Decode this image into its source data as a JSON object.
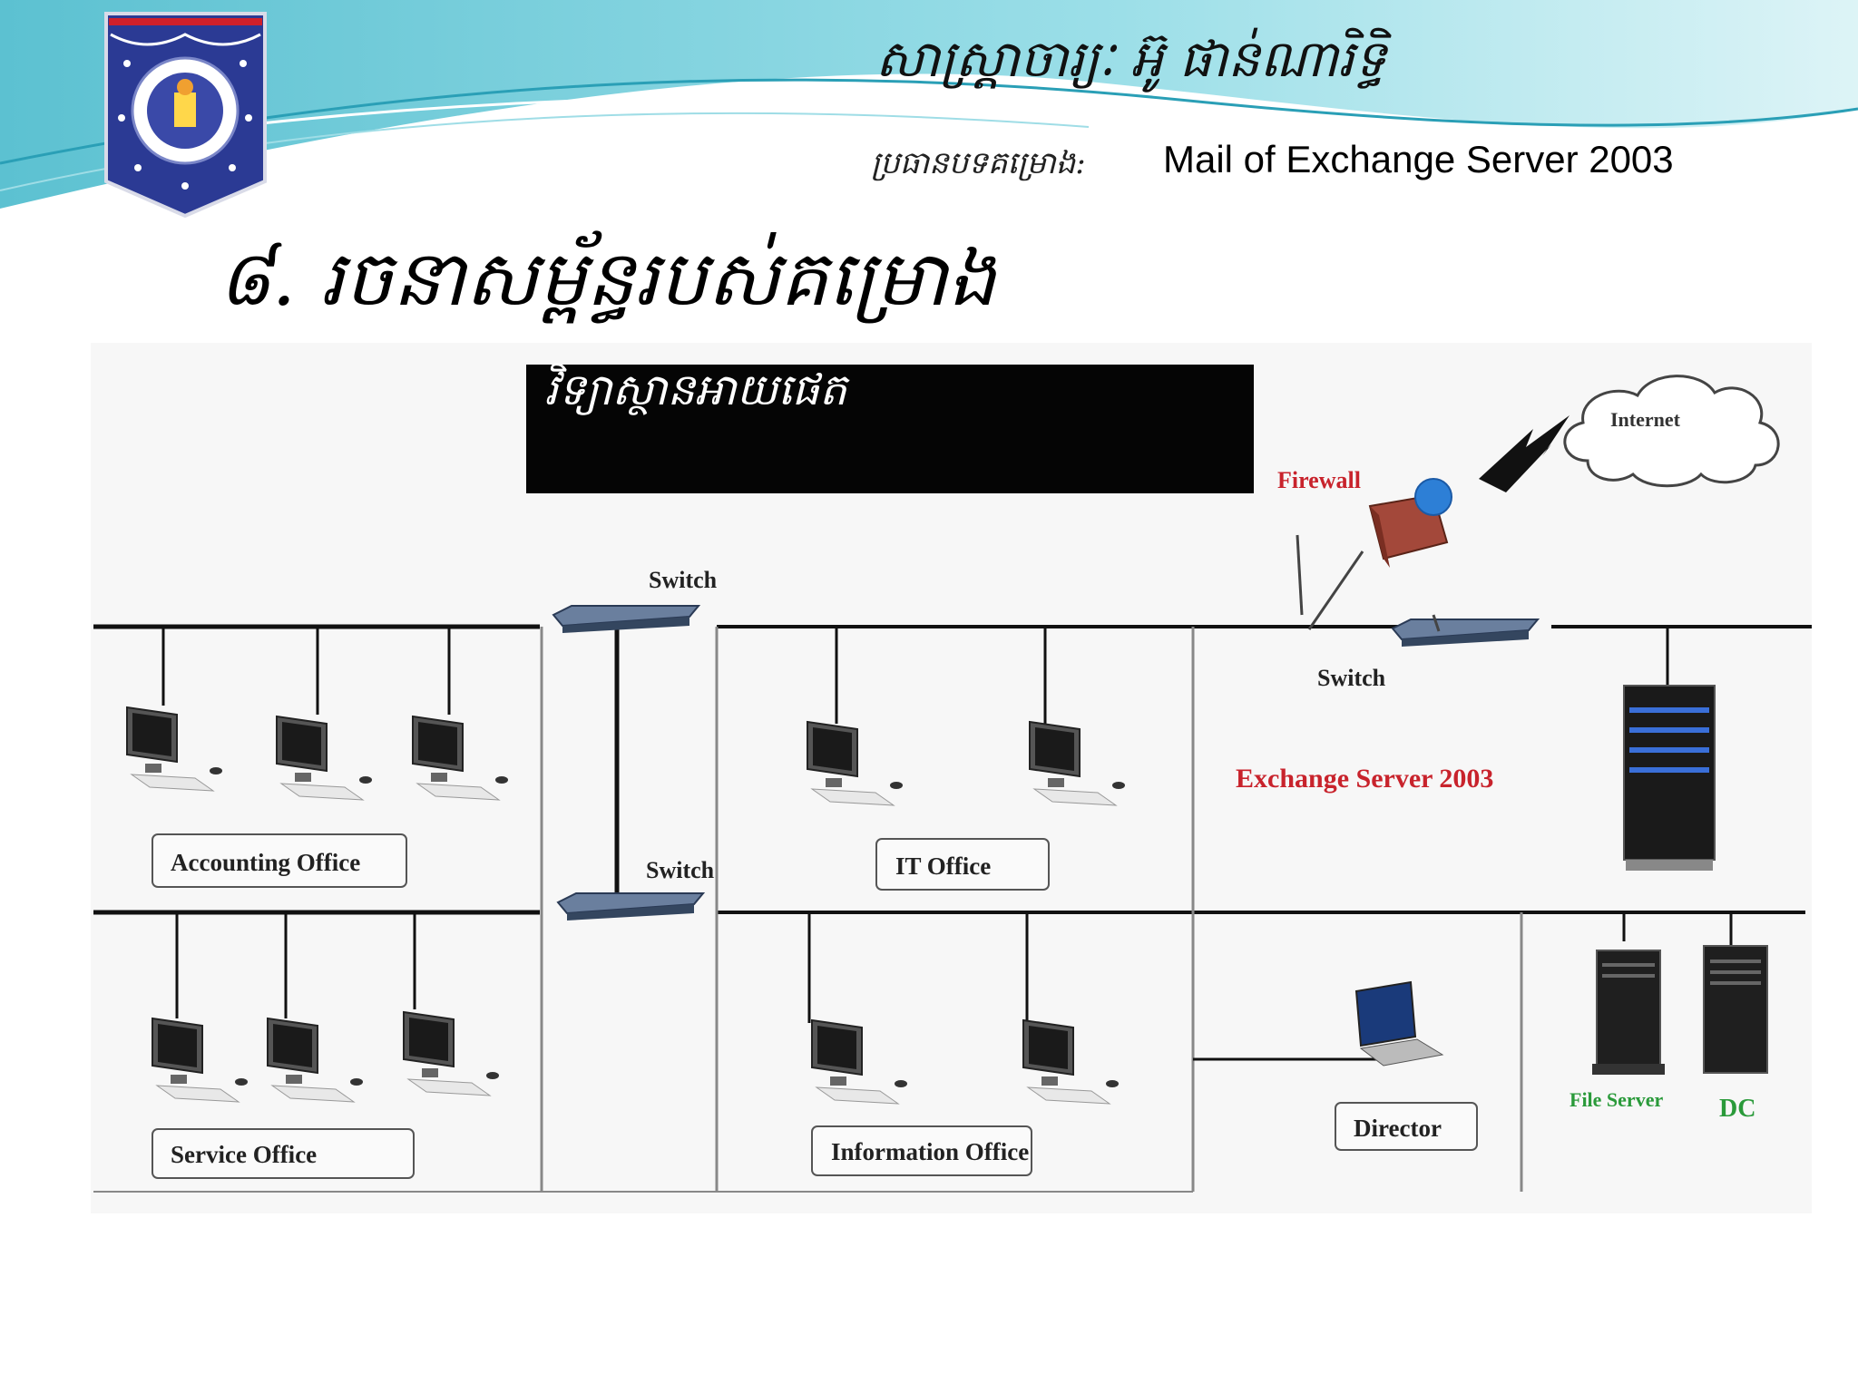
{
  "header": {
    "lecturer": "សាស្ត្រាចារ្យៈ អ៊ូ ផាន់ណារិទ្ធិ",
    "subject_label": "ប្រធានបទគម្រោង:",
    "subject_title": "Mail of Exchange Server 2003"
  },
  "section_title": "៨. រចនាសម្ព័ន្ធរបស់គម្រោង",
  "institute_label": "វិទ្យាស្ថានអាយផេត",
  "diagram": {
    "internet": "Internet",
    "firewall": "Firewall",
    "switch_top_left": "Switch",
    "switch_mid": "Switch",
    "switch_right": "Switch",
    "exchange_server": "Exchange Server 2003",
    "accounting": "Accounting Office",
    "it_office": "IT Office",
    "service": "Service Office",
    "information": "Information Office",
    "director": "Director",
    "file_server": "File Server",
    "dc": "DC"
  },
  "colors": {
    "accent_red": "#c8232c",
    "green_label": "#2a9a3a",
    "wave_teal": "#5fc8d8"
  }
}
